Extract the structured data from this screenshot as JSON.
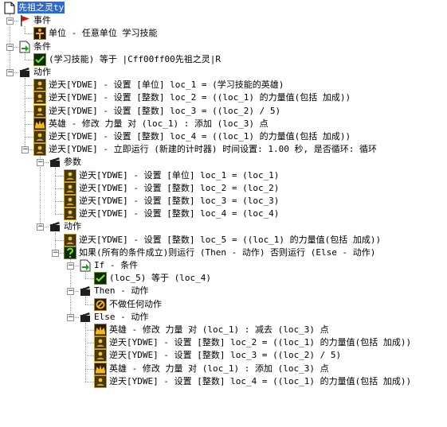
{
  "tree": {
    "nodes": [
      {
        "text": "先祖之灵ty",
        "icon": "document",
        "selected": true,
        "expanded": true
      },
      {
        "text": "事件",
        "icon": "red-flag",
        "expanded": true
      },
      {
        "text": "单位 - 任意单位 学习技能",
        "icon": "hero-unit"
      },
      {
        "text": "条件",
        "icon": "condition",
        "expanded": true
      },
      {
        "text": "(学习技能) 等于 |Cff00ff00先祖之灵|R",
        "icon": "green-check"
      },
      {
        "text": "动作",
        "icon": "clapboard",
        "expanded": true
      },
      {
        "text": "逆天[YDWE] - 设置 [单位] loc_1 = (学习技能的英雄)",
        "icon": "ydwe-action"
      },
      {
        "text": "逆天[YDWE] - 设置 [整数] loc_2 = ((loc_1) 的力量值(包括 加成))",
        "icon": "ydwe-action"
      },
      {
        "text": "逆天[YDWE] - 设置 [整数] loc_3 = ((loc_2) / 5)",
        "icon": "ydwe-action"
      },
      {
        "text": "英雄 - 修改 力量 对 (loc_1) : 添加 (loc_3) 点",
        "icon": "hero-crown"
      },
      {
        "text": "逆天[YDWE] - 设置 [整数] loc_4 = ((loc_1) 的力量值(包括 加成))",
        "icon": "ydwe-action"
      },
      {
        "text": "逆天[YDWE] - 立即运行 (新建的计时器) 时间设置: 1.00 秒, 是否循环: 循环",
        "icon": "ydwe-action",
        "expanded": true
      },
      {
        "text": "参数",
        "icon": "clapboard",
        "expanded": true
      },
      {
        "text": "逆天[YDWE] - 设置 [单位] loc_1 = (loc_1)",
        "icon": "ydwe-action"
      },
      {
        "text": "逆天[YDWE] - 设置 [整数] loc_2 = (loc_2)",
        "icon": "ydwe-action"
      },
      {
        "text": "逆天[YDWE] - 设置 [整数] loc_3 = (loc_3)",
        "icon": "ydwe-action"
      },
      {
        "text": "逆天[YDWE] - 设置 [整数] loc_4 = (loc_4)",
        "icon": "ydwe-action"
      },
      {
        "text": "动作",
        "icon": "clapboard",
        "expanded": true
      },
      {
        "text": "逆天[YDWE] - 设置 [整数] loc_5 = ((loc_1) 的力量值(包括 加成))",
        "icon": "ydwe-action"
      },
      {
        "text": "如果(所有的条件成立)则运行 (Then - 动作) 否则运行 (Else - 动作)",
        "icon": "green-if",
        "expanded": true
      },
      {
        "text": "If - 条件",
        "icon": "condition",
        "expanded": true
      },
      {
        "text": "(loc_5) 等于 (loc_4)",
        "icon": "green-check"
      },
      {
        "text": "Then - 动作",
        "icon": "clapboard",
        "expanded": true
      },
      {
        "text": "不做任何动作",
        "icon": "nothing-action"
      },
      {
        "text": "Else - 动作",
        "icon": "clapboard",
        "expanded": true
      },
      {
        "text": "英雄 - 修改 力量 对 (loc_1) : 减去 (loc_3) 点",
        "icon": "hero-crown"
      },
      {
        "text": "逆天[YDWE] - 设置 [整数] loc_2 = ((loc_1) 的力量值(包括 加成))",
        "icon": "ydwe-action"
      },
      {
        "text": "逆天[YDWE] - 设置 [整数] loc_3 = ((loc_2) / 5)",
        "icon": "ydwe-action"
      },
      {
        "text": "英雄 - 修改 力量 对 (loc_1) : 添加 (loc_3) 点",
        "icon": "hero-crown"
      },
      {
        "text": "逆天[YDWE] - 设置 [整数] loc_4 = ((loc_1) 的力量值(包括 加成))",
        "icon": "ydwe-action"
      }
    ]
  }
}
